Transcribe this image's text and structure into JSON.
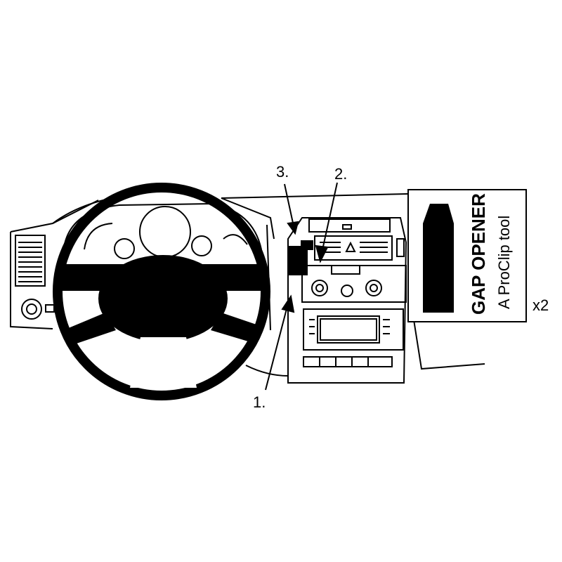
{
  "callouts": {
    "one": "1.",
    "two": "2.",
    "three": "3."
  },
  "tool_box": {
    "title": "GAP OPENER",
    "subtitle": "A ProClip tool"
  },
  "quantity": "x2"
}
